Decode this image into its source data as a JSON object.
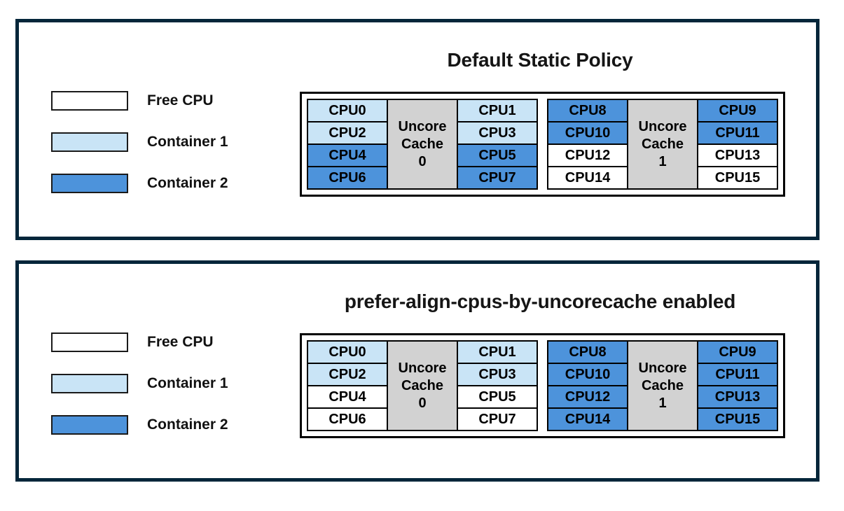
{
  "colors": {
    "free": "#ffffff",
    "container1": "#c9e4f6",
    "container2": "#4d93db",
    "cache_bg": "#d2d2d2",
    "panel_border": "#04263a"
  },
  "legend": {
    "items": [
      {
        "label": "Free CPU",
        "state": "free"
      },
      {
        "label": "Container 1",
        "state": "container1"
      },
      {
        "label": "Container 2",
        "state": "container2"
      }
    ]
  },
  "panels": [
    {
      "title": "Default Static Policy",
      "clusters": [
        {
          "cache_label": "Uncore\nCache\n0",
          "left_cpus": [
            {
              "label": "CPU0",
              "state": "container1"
            },
            {
              "label": "CPU2",
              "state": "container1"
            },
            {
              "label": "CPU4",
              "state": "container2"
            },
            {
              "label": "CPU6",
              "state": "container2"
            }
          ],
          "right_cpus": [
            {
              "label": "CPU1",
              "state": "container1"
            },
            {
              "label": "CPU3",
              "state": "container1"
            },
            {
              "label": "CPU5",
              "state": "container2"
            },
            {
              "label": "CPU7",
              "state": "container2"
            }
          ]
        },
        {
          "cache_label": "Uncore\nCache\n1",
          "left_cpus": [
            {
              "label": "CPU8",
              "state": "container2"
            },
            {
              "label": "CPU10",
              "state": "container2"
            },
            {
              "label": "CPU12",
              "state": "free"
            },
            {
              "label": "CPU14",
              "state": "free"
            }
          ],
          "right_cpus": [
            {
              "label": "CPU9",
              "state": "container2"
            },
            {
              "label": "CPU11",
              "state": "container2"
            },
            {
              "label": "CPU13",
              "state": "free"
            },
            {
              "label": "CPU15",
              "state": "free"
            }
          ]
        }
      ]
    },
    {
      "title": "prefer-align-cpus-by-uncorecache enabled",
      "clusters": [
        {
          "cache_label": "Uncore\nCache\n0",
          "left_cpus": [
            {
              "label": "CPU0",
              "state": "container1"
            },
            {
              "label": "CPU2",
              "state": "container1"
            },
            {
              "label": "CPU4",
              "state": "free"
            },
            {
              "label": "CPU6",
              "state": "free"
            }
          ],
          "right_cpus": [
            {
              "label": "CPU1",
              "state": "container1"
            },
            {
              "label": "CPU3",
              "state": "container1"
            },
            {
              "label": "CPU5",
              "state": "free"
            },
            {
              "label": "CPU7",
              "state": "free"
            }
          ]
        },
        {
          "cache_label": "Uncore\nCache\n1",
          "left_cpus": [
            {
              "label": "CPU8",
              "state": "container2"
            },
            {
              "label": "CPU10",
              "state": "container2"
            },
            {
              "label": "CPU12",
              "state": "container2"
            },
            {
              "label": "CPU14",
              "state": "container2"
            }
          ],
          "right_cpus": [
            {
              "label": "CPU9",
              "state": "container2"
            },
            {
              "label": "CPU11",
              "state": "container2"
            },
            {
              "label": "CPU13",
              "state": "container2"
            },
            {
              "label": "CPU15",
              "state": "container2"
            }
          ]
        }
      ]
    }
  ]
}
